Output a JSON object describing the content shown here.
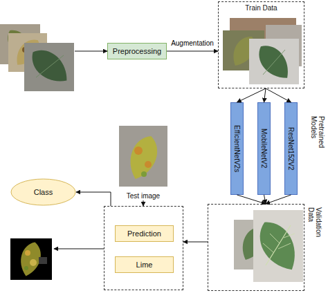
{
  "diagram": {
    "nodes": [
      {
        "text": [
          "Preprocessing"
        ]
      },
      {
        "text": [
          "Train Data"
        ]
      },
      {
        "text": [
          "EfficientNetV2s"
        ]
      },
      {
        "text": [
          "MobileNetV2"
        ]
      },
      {
        "text": [
          "ResNet152V2"
        ]
      },
      {
        "text": [
          "Validation Data"
        ]
      },
      {
        "text": [
          "Test image"
        ]
      },
      {
        "text": []
      },
      {
        "text": [
          "Prediction"
        ],
        "in": 7
      },
      {
        "text": [
          "Lime"
        ],
        "in": 7
      },
      {
        "text": [
          "Class"
        ]
      }
    ],
    "edges": [
      {
        "from": 0,
        "to": 1,
        "label": "Augmentation",
        "arrow": "to"
      },
      {
        "from": 1,
        "to": 2,
        "arrow": "to"
      },
      {
        "from": 1,
        "to": 3,
        "arrow": "to"
      },
      {
        "from": 1,
        "to": 4,
        "arrow": "to"
      },
      {
        "from": 2,
        "to": 5,
        "arrow": "to"
      },
      {
        "from": 3,
        "to": 5,
        "arrow": "to"
      },
      {
        "from": 4,
        "to": 5,
        "arrow": "to"
      },
      {
        "from": 5,
        "to": 7,
        "arrow": "to"
      },
      {
        "from": 6,
        "to": 7,
        "arrow": "to"
      },
      {
        "from": 7,
        "to": 10,
        "arrow": "to"
      }
    ],
    "labels": [
      "Pretrained Models"
    ]
  }
}
